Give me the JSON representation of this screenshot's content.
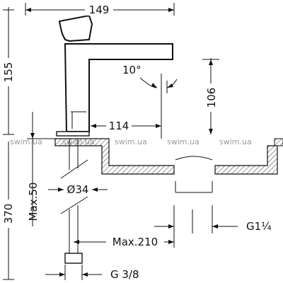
{
  "title": "",
  "dimensions": {
    "width_top": "149",
    "height_spout": "155",
    "total_height": "370",
    "angle": "10°",
    "spout_reach": "114",
    "spout_height": "106",
    "max_deck": "Max.50",
    "hole_diameter": "Ø34",
    "max_distance": "Max.210",
    "drain_thread": "G1¼",
    "inlet_thread": "G 3/8"
  },
  "watermarks": [
    "swim.ua",
    "swim.ua",
    "swim.ua",
    "swim.ua",
    "swim.ua"
  ],
  "colors": {
    "line": "#111111",
    "watermark": "#9a9a9a",
    "background": "#ffffff"
  }
}
